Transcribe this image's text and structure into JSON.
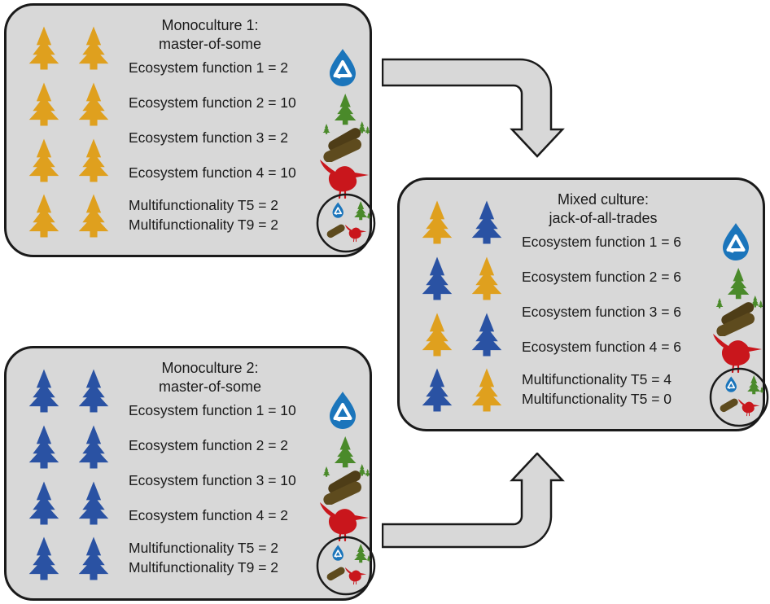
{
  "colors": {
    "panel_fill": "#d8d8d8",
    "panel_border": "#1a1a1a",
    "text": "#1a1a1a",
    "orange_tree": "#dfa01e",
    "blue_tree": "#2a52a3",
    "water_drop_blue": "#1b75bb",
    "trees_green": "#4a8a2a",
    "log_brown": "#5e4b1e",
    "bird_red": "#c9161c",
    "arrow_fill": "#d8d8d8"
  },
  "panels": {
    "monoculture1": {
      "title_line1": "Monoculture 1:",
      "title_line2": "master-of-some",
      "functions": [
        {
          "label": "Ecosystem function 1 = 2",
          "icon": "water-drop-icon"
        },
        {
          "label": "Ecosystem function 2 = 10",
          "icon": "young-trees-icon"
        },
        {
          "label": "Ecosystem function 3 = 2",
          "icon": "deadwood-logs-icon"
        },
        {
          "label": "Ecosystem function 4 = 10",
          "icon": "bird-icon"
        }
      ],
      "multifunctionality_line1": "Multifunctionality T5 = 2",
      "multifunctionality_line2": "Multifunctionality T9 = 2",
      "multifunctionality_icon": "multifunctionality-circle-icon",
      "trees": [
        "orange",
        "orange",
        "orange",
        "orange",
        "orange",
        "orange",
        "orange",
        "orange"
      ]
    },
    "monoculture2": {
      "title_line1": "Monoculture 2:",
      "title_line2": "master-of-some",
      "functions": [
        {
          "label": "Ecosystem function 1 = 10",
          "icon": "water-drop-icon"
        },
        {
          "label": "Ecosystem function 2 = 2",
          "icon": "young-trees-icon"
        },
        {
          "label": "Ecosystem function 3 = 10",
          "icon": "deadwood-logs-icon"
        },
        {
          "label": "Ecosystem function 4 = 2",
          "icon": "bird-icon"
        }
      ],
      "multifunctionality_line1": "Multifunctionality T5 = 2",
      "multifunctionality_line2": "Multifunctionality T9 = 2",
      "multifunctionality_icon": "multifunctionality-circle-icon",
      "trees": [
        "blue",
        "blue",
        "blue",
        "blue",
        "blue",
        "blue",
        "blue",
        "blue"
      ]
    },
    "mixed": {
      "title_line1": "Mixed culture:",
      "title_line2": "jack-of-all-trades",
      "functions": [
        {
          "label": "Ecosystem function 1 = 6",
          "icon": "water-drop-icon"
        },
        {
          "label": "Ecosystem function 2 = 6",
          "icon": "young-trees-icon"
        },
        {
          "label": "Ecosystem function 3 = 6",
          "icon": "deadwood-logs-icon"
        },
        {
          "label": "Ecosystem function 4 = 6",
          "icon": "bird-icon"
        }
      ],
      "multifunctionality_line1": "Multifunctionality T5 = 4",
      "multifunctionality_line2": "Multifunctionality T5 = 0",
      "multifunctionality_icon": "multifunctionality-circle-icon",
      "trees": [
        "orange",
        "blue",
        "blue",
        "orange",
        "orange",
        "blue",
        "blue",
        "orange"
      ]
    }
  }
}
